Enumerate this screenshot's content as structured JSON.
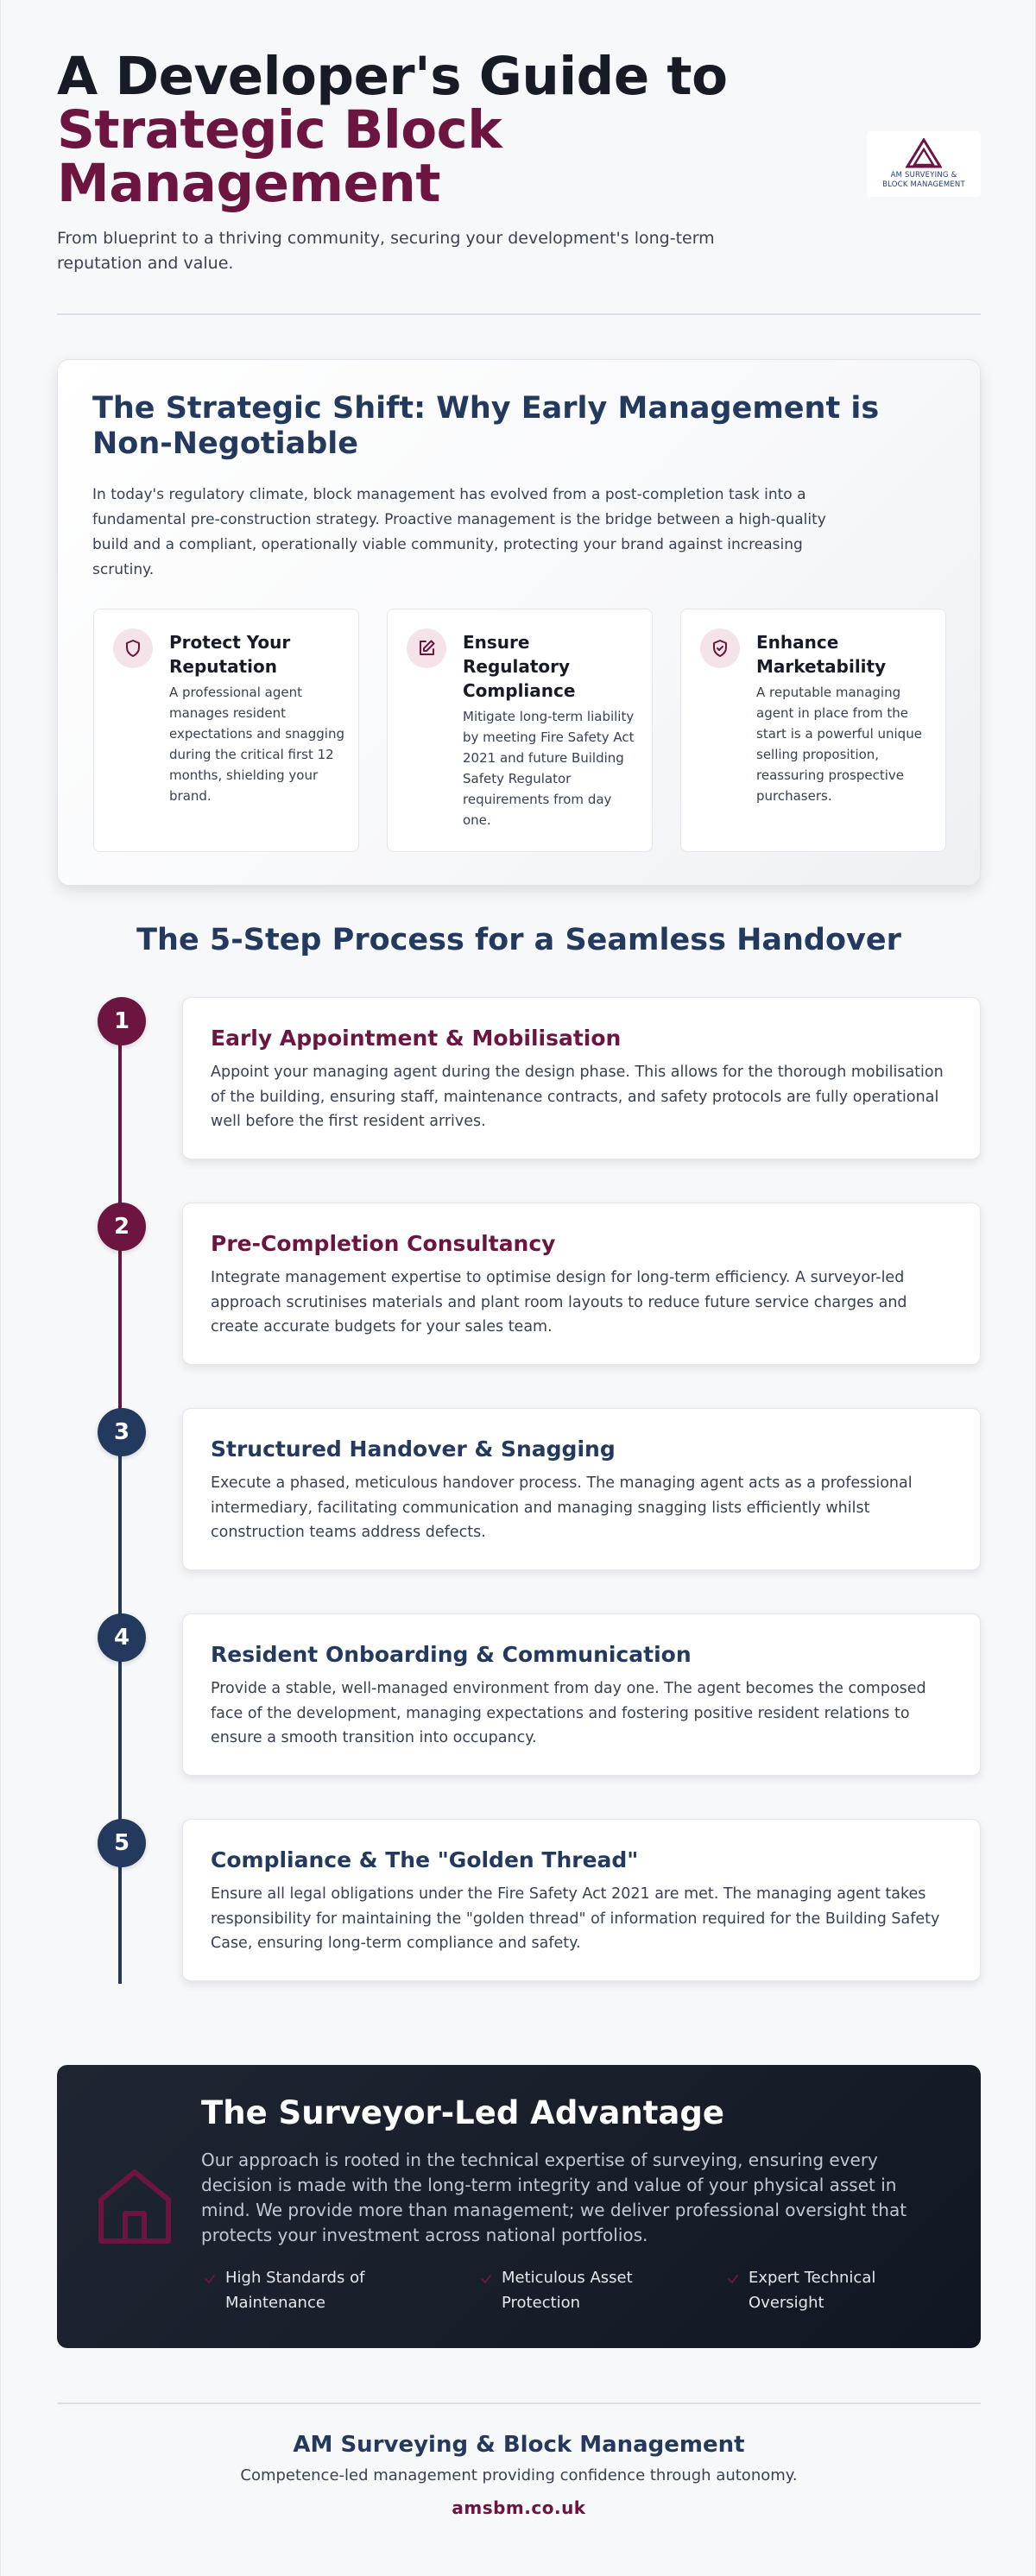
{
  "header": {
    "title_line1": "A Developer's Guide to",
    "title_line2": "Strategic Block",
    "title_line3": "Management",
    "subtitle": "From blueprint to a thriving community, securing your development's long-term reputation and value.",
    "logo_line1": "AM SURVEYING &",
    "logo_line2": "BLOCK MANAGEMENT"
  },
  "strategic": {
    "title": "The Strategic Shift: Why Early Management is Non-Negotiable",
    "text": "In today's regulatory climate, block management has evolved from a post-completion task into a fundamental pre-construction strategy. Proactive management is the bridge between a high-quality build and a compliant, operationally viable community, protecting your brand against increasing scrutiny.",
    "features": [
      {
        "icon": "shield-icon",
        "title": "Protect Your Reputation",
        "text": "A professional agent manages resident expectations and snagging during the critical first 12 months, shielding your brand."
      },
      {
        "icon": "edit-icon",
        "title": "Ensure Regulatory Compliance",
        "text": "Mitigate long-term liability by meeting Fire Safety Act 2021 and future Building Safety Regulator requirements from day one."
      },
      {
        "icon": "shield-check-icon",
        "title": "Enhance Marketability",
        "text": "A reputable managing agent in place from the start is a powerful unique selling proposition, reassuring prospective purchasers."
      }
    ]
  },
  "process": {
    "title": "The 5-Step Process for a Seamless Handover",
    "steps": [
      {
        "number": "1",
        "title": "Early Appointment & Mobilisation",
        "text": "Appoint your managing agent during the design phase. This allows for the thorough mobilisation of the building, ensuring staff, maintenance contracts, and safety protocols are fully operational well before the first resident arrives."
      },
      {
        "number": "2",
        "title": "Pre-Completion Consultancy",
        "text": "Integrate management expertise to optimise design for long-term efficiency. A surveyor-led approach scrutinises materials and plant room layouts to reduce future service charges and create accurate budgets for your sales team."
      },
      {
        "number": "3",
        "title": "Structured Handover & Snagging",
        "text": "Execute a phased, meticulous handover process. The managing agent acts as a professional intermediary, facilitating communication and managing snagging lists efficiently whilst construction teams address defects."
      },
      {
        "number": "4",
        "title": "Resident Onboarding & Communication",
        "text": "Provide a stable, well-managed environment from day one. The agent becomes the composed face of the development, managing expectations and fostering positive resident relations to ensure a smooth transition into occupancy."
      },
      {
        "number": "5",
        "title": "Compliance & The \"Golden Thread\"",
        "text": "Ensure all legal obligations under the Fire Safety Act 2021 are met. The managing agent takes responsibility for maintaining the \"golden thread\" of information required for the Building Safety Case, ensuring long-term compliance and safety."
      }
    ]
  },
  "advantage": {
    "title": "The Surveyor-Led Advantage",
    "text": "Our approach is rooted in the technical expertise of surveying, ensuring every decision is made with the long-term integrity and value of your physical asset in mind. We provide more than management; we deliver professional oversight that protects your investment across national portfolios.",
    "items": [
      {
        "line1": "High Standards of",
        "line2": "Maintenance"
      },
      {
        "line1": "Meticulous Asset",
        "line2": "Protection"
      },
      {
        "line1": "Expert Technical",
        "line2": "Oversight"
      }
    ]
  },
  "footer": {
    "name": "AM Surveying & Block Management",
    "tagline": "Competence-led management providing confidence through autonomy.",
    "url": "amsbm.co.uk"
  },
  "colors": {
    "accent": "#6b1540",
    "navy": "#233a5e",
    "dark": "#161b26"
  }
}
